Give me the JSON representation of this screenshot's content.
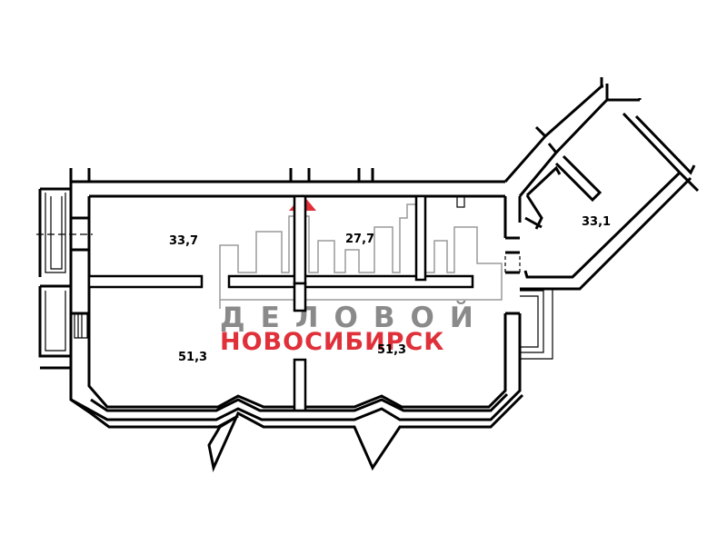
{
  "rooms": [
    {
      "id": "room-a",
      "area": "33,7"
    },
    {
      "id": "room-b",
      "area": "27,7"
    },
    {
      "id": "room-c",
      "area": "33,1"
    },
    {
      "id": "room-d",
      "area": "51,3"
    },
    {
      "id": "room-e",
      "area": "51,3"
    }
  ],
  "watermark": {
    "line1": "ДЕЛОВОЙ",
    "line2": "НОВОСИБИРСК",
    "line1_color": "#8a8a8a",
    "line2_color": "#e0303a",
    "accent_color": "#e0303a"
  }
}
